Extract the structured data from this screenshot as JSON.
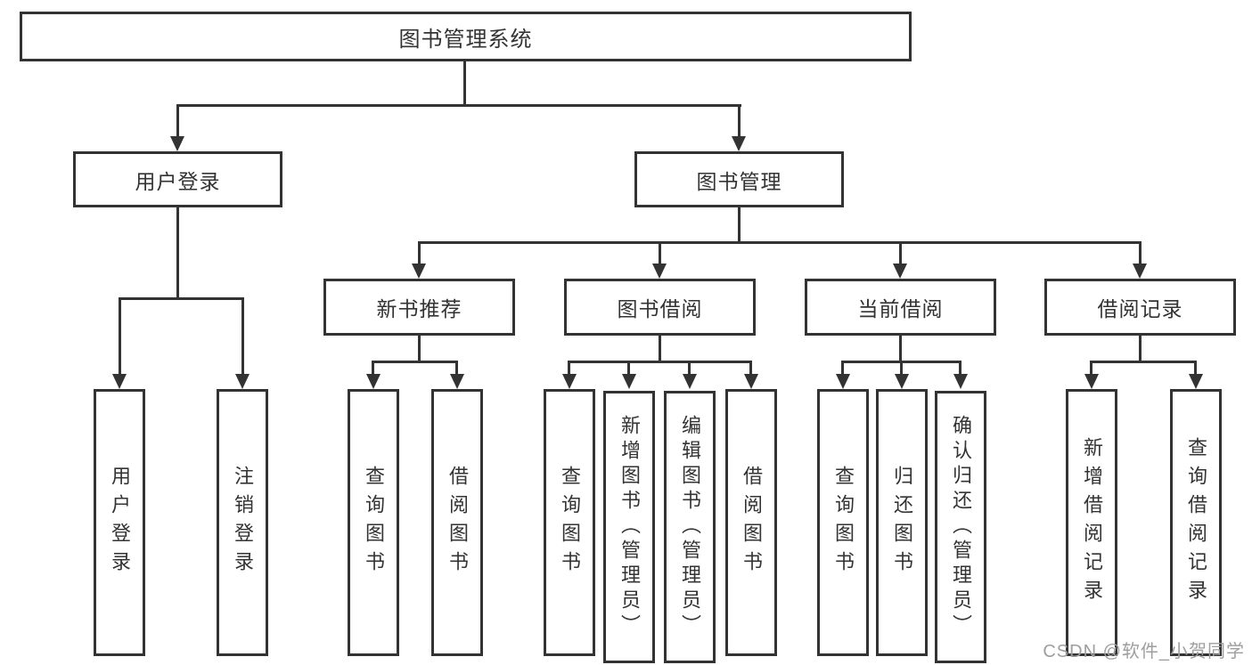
{
  "diagram": {
    "title": "图书管理系统",
    "nodes": {
      "root": {
        "label": "图书管理系统"
      },
      "user_login": {
        "label": "用户登录"
      },
      "book_manage": {
        "label": "图书管理"
      },
      "new_book_rec": {
        "label": "新书推荐"
      },
      "book_borrow": {
        "label": "图书借阅"
      },
      "current_borrow": {
        "label": "当前借阅"
      },
      "borrow_record": {
        "label": "借阅记录"
      },
      "leaf_user_login": {
        "label": "用户登录"
      },
      "leaf_logout": {
        "label": "注销登录"
      },
      "leaf_rec_query": {
        "label": "查询图书"
      },
      "leaf_rec_borrow": {
        "label": "借阅图书"
      },
      "leaf_bb_query": {
        "label": "查询图书"
      },
      "leaf_bb_add": {
        "label": "新增图书（管理员）"
      },
      "leaf_bb_edit": {
        "label": "编辑图书（管理员）"
      },
      "leaf_bb_borrow": {
        "label": "借阅图书"
      },
      "leaf_cb_query": {
        "label": "查询图书"
      },
      "leaf_cb_return": {
        "label": "归还图书"
      },
      "leaf_cb_confirm": {
        "label": "确认归还（管理员）"
      },
      "leaf_br_add": {
        "label": "新增借阅记录"
      },
      "leaf_br_query": {
        "label": "查询借阅记录"
      }
    },
    "hierarchy": {
      "root": [
        "user_login",
        "book_manage"
      ],
      "user_login": [
        "leaf_user_login",
        "leaf_logout"
      ],
      "book_manage": [
        "new_book_rec",
        "book_borrow",
        "current_borrow",
        "borrow_record"
      ],
      "new_book_rec": [
        "leaf_rec_query",
        "leaf_rec_borrow"
      ],
      "book_borrow": [
        "leaf_bb_query",
        "leaf_bb_add",
        "leaf_bb_edit",
        "leaf_bb_borrow"
      ],
      "current_borrow": [
        "leaf_cb_query",
        "leaf_cb_return",
        "leaf_cb_confirm"
      ],
      "borrow_record": [
        "leaf_br_add",
        "leaf_br_query"
      ]
    }
  },
  "watermark": {
    "text": "CSDN @软件_小贺同学"
  },
  "colors": {
    "line": "#333333",
    "text": "#333333",
    "background": "#ffffff",
    "watermark": "#9e9e9e"
  }
}
